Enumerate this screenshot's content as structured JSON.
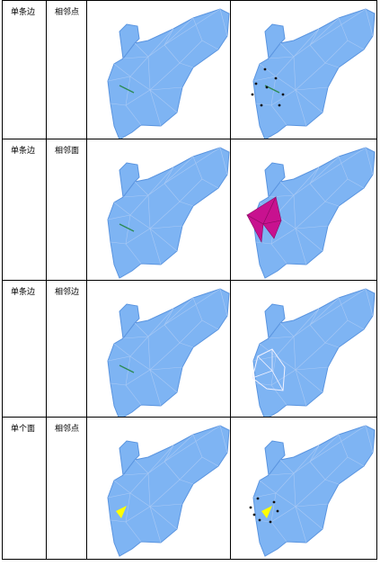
{
  "rows": [
    {
      "element": "单条边",
      "neighbor": "相邻点",
      "highlight": "edge",
      "result": "vertices"
    },
    {
      "element": "单条边",
      "neighbor": "相邻面",
      "highlight": "edge",
      "result": "faces"
    },
    {
      "element": "单条边",
      "neighbor": "相邻边",
      "highlight": "edge",
      "result": "edges"
    },
    {
      "element": "单个面",
      "neighbor": "相邻点",
      "highlight": "face",
      "result": "vertices"
    }
  ],
  "colors": {
    "mesh_fill": "#7eb4f3",
    "mesh_dark": "#5b95e0",
    "wire": "#a9c9f5",
    "selected_edge": "#2e8b57",
    "selected_face": "#ffff00",
    "face_result": "#c8118f",
    "edge_result": "#f2f2ff",
    "vertex_dot": "#111111"
  }
}
